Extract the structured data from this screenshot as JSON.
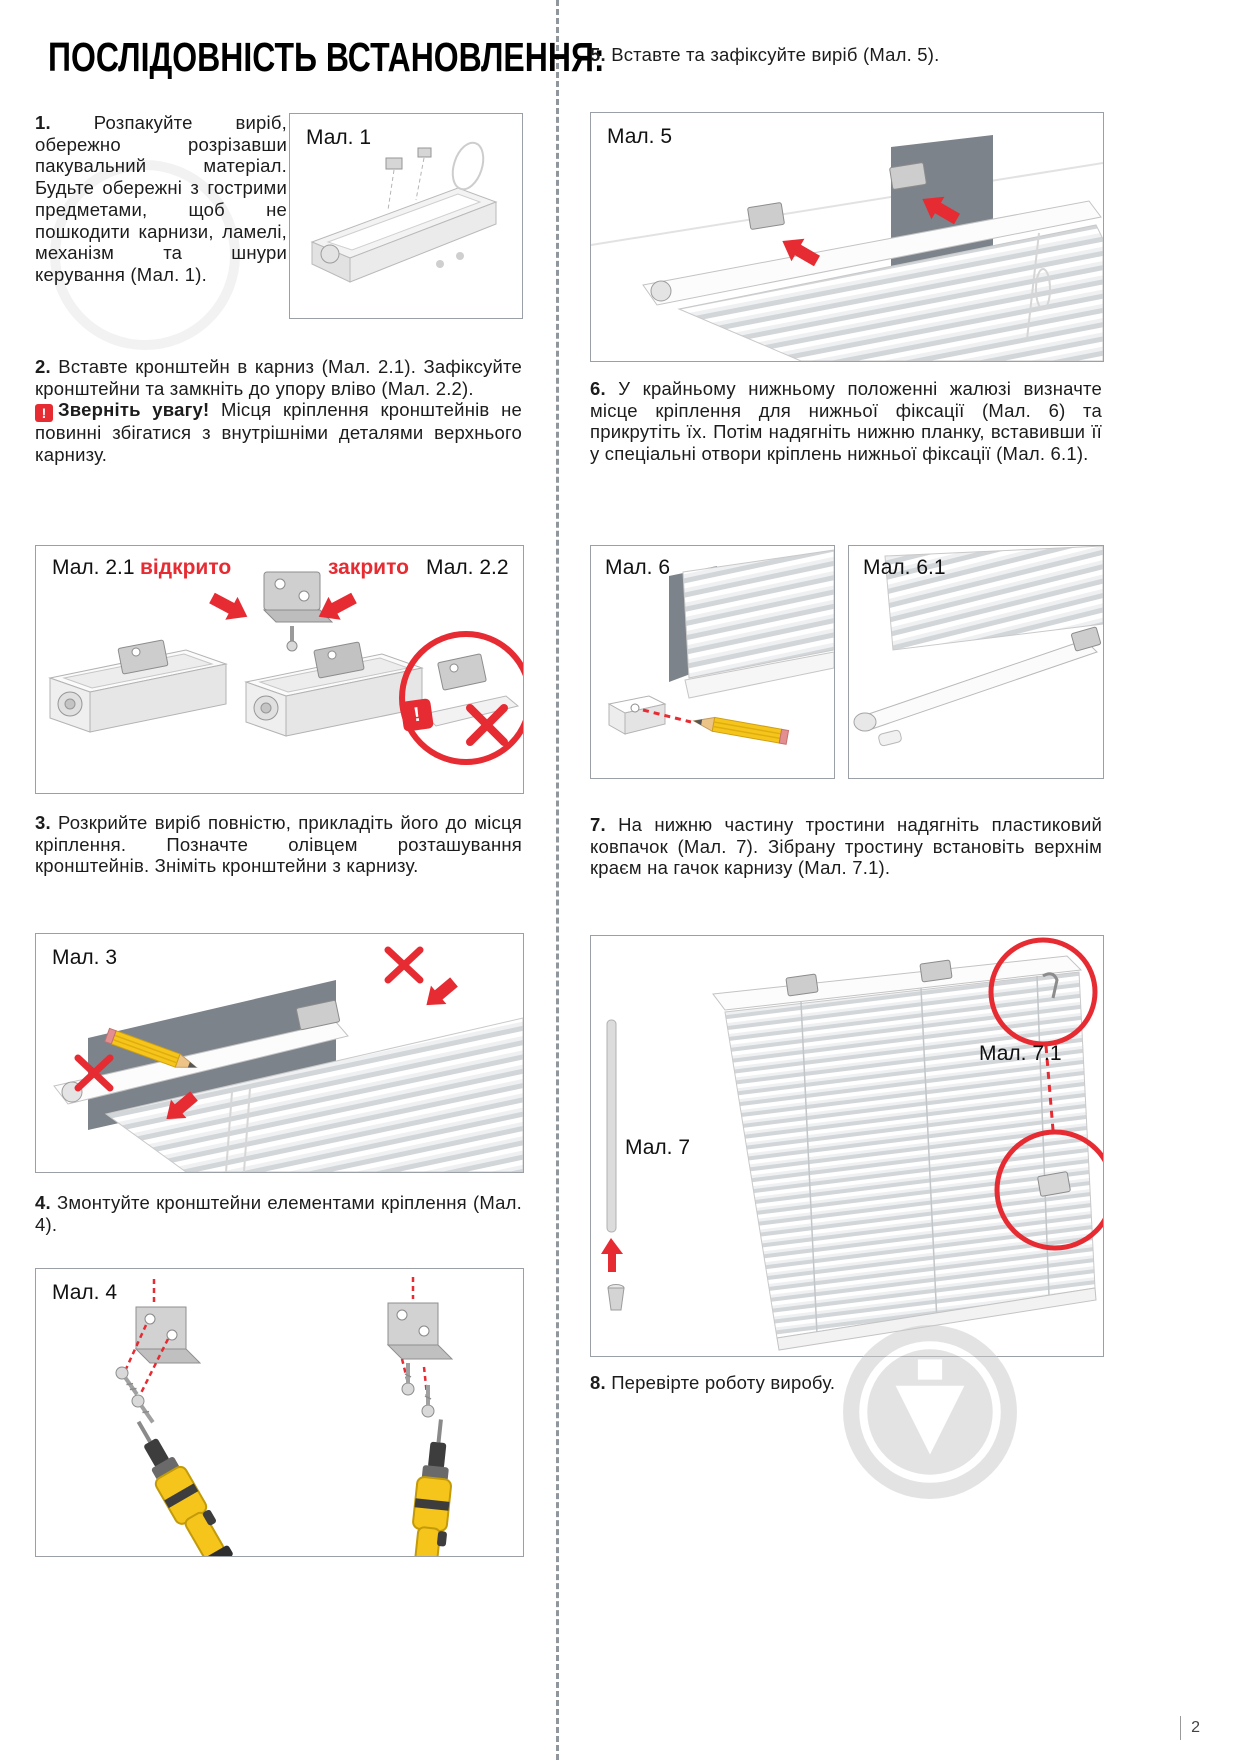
{
  "page": {
    "title": "ПОСЛІДОВНІСТЬ ВСТАНОВЛЕННЯ:",
    "page_number": "2"
  },
  "colors": {
    "accent_red": "#e62b32"
  },
  "steps": {
    "s1": {
      "num": "1.",
      "text": "Розпакуйте виріб, обережно розрізавши пакувальний матеріал. Будьте обережні з гострими предметами, щоб не пошкодити карнизи, ламелі, механізм та шнури керування (Мал. 1)."
    },
    "s2": {
      "num": "2.",
      "text": "Вставте кронштейн в карниз (Мал. 2.1). Зафіксуйте кронштейни та замкніть до упору вліво (Мал. 2.2)."
    },
    "s2_warning": {
      "icon": "!",
      "bold": "Зверніть увагу!",
      "text": "Місця кріплення кронштейнів не повинні збігатися з внутрішніми деталями верхнього карнизу."
    },
    "s3": {
      "num": "3.",
      "text": "Розкрийте виріб повністю, прикладіть його до місця кріплення. Позначте олівцем розташування кронштейнів. Зніміть кронштейни з карнизу."
    },
    "s4": {
      "num": "4.",
      "text": "Змонтуйте кронштейни елементами кріплення (Мал. 4)."
    },
    "s5": {
      "num": "5.",
      "text": "Вставте та зафіксуйте виріб (Мал. 5)."
    },
    "s6": {
      "num": "6.",
      "text": "У крайньому нижньому положенні жалюзі визначте місце кріплення для нижньої фіксації (Мал. 6) та прикрутіть їх. Потім надягніть нижню планку, вставивши її у спеціальні отвори кріплень нижньої фіксації (Мал. 6.1)."
    },
    "s7": {
      "num": "7.",
      "text": "На нижню частину тростини надягніть пластиковий ковпачок (Мал. 7). Зібрану тростину встановіть верхнім краєм на гачок карнизу (Мал. 7.1)."
    },
    "s8": {
      "num": "8.",
      "text": "Перевірте роботу виробу."
    }
  },
  "figures": {
    "fig1": {
      "label": "Мал. 1"
    },
    "fig2": {
      "label_left": "Мал. 2.1",
      "open_label": "відкрито",
      "closed_label": "закрито",
      "label_right": "Мал. 2.2",
      "alert_icon": "!"
    },
    "fig3": {
      "label": "Мал. 3"
    },
    "fig4": {
      "label": "Мал. 4"
    },
    "fig5": {
      "label": "Мал. 5"
    },
    "fig6": {
      "label": "Мал. 6"
    },
    "fig61": {
      "label": "Мал. 6.1"
    },
    "fig7": {
      "label": "Мал. 7",
      "label_sub": "Мал. 7.1"
    }
  }
}
